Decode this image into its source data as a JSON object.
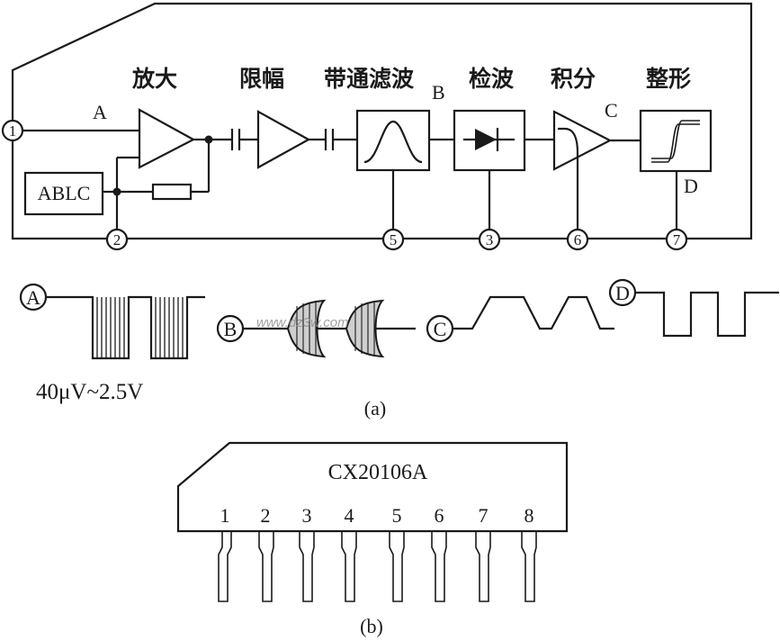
{
  "stages": {
    "amplify": "放大",
    "limit": "限幅",
    "bandpass": "带通滤波",
    "detect": "检波",
    "integrate": "积分",
    "shape": "整形"
  },
  "nodes": {
    "a": "A",
    "b": "B",
    "c": "C",
    "d": "D"
  },
  "ablc_label": "ABLC",
  "pins_a": [
    "1",
    "2",
    "5",
    "3",
    "6",
    "7"
  ],
  "waveforms": {
    "a_label": "A",
    "b_label": "B",
    "c_label": "C",
    "d_label": "D",
    "a_range": "40μV~2.5V"
  },
  "watermark": "www.dz3w.com",
  "caption_a": "(a)",
  "chip": {
    "part": "CX20106A",
    "pins": [
      "1",
      "2",
      "3",
      "4",
      "5",
      "6",
      "7",
      "8"
    ]
  },
  "caption_b": "(b)"
}
